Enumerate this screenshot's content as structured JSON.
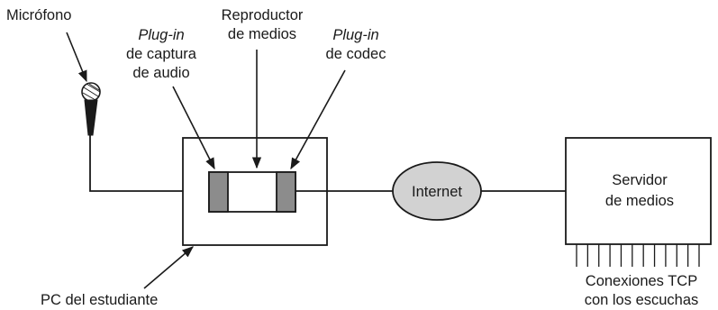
{
  "labels": {
    "microphone": "Micrófono",
    "audio_plugin": {
      "line1_italic": "Plug-in",
      "line2": "de captura",
      "line3": "de audio"
    },
    "media_player": {
      "line1": "Reproductor",
      "line2": "de medios"
    },
    "codec_plugin": {
      "line1_italic": "Plug-in",
      "line2": "de codec"
    },
    "internet": "Internet",
    "media_server": {
      "line1": "Servidor",
      "line2": "de medios"
    },
    "connections": {
      "line1": "Conexiones TCP",
      "line2": "con los escuchas"
    },
    "student_pc": "PC del estudiante"
  },
  "colors": {
    "stroke": "#1a1a1a",
    "plugin_fill": "#8c8c8c",
    "internet_fill": "#d2d2d2",
    "background": "#ffffff"
  },
  "icons": {
    "microphone": "microphone-icon"
  },
  "server_connection_count": 12
}
